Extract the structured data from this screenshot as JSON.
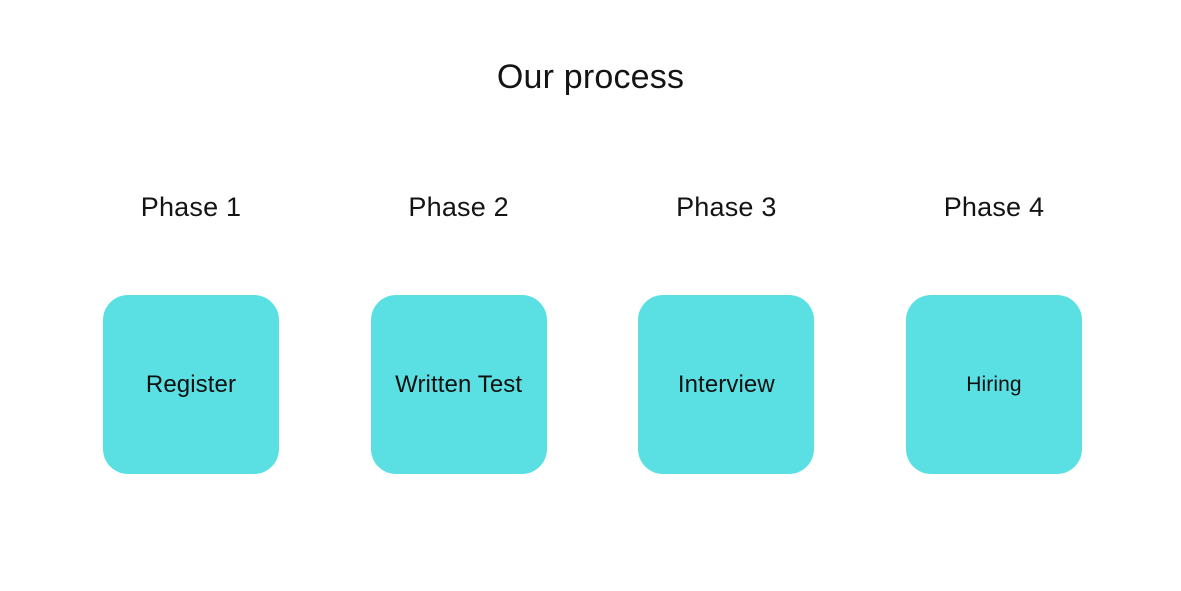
{
  "title": "Our process",
  "colors": {
    "background": "#ffffff",
    "card_fill": "#5ae0e3",
    "text": "#141414",
    "card_text": "#101010"
  },
  "phases": [
    {
      "label": "Phase 1",
      "card_label": "Register"
    },
    {
      "label": "Phase 2",
      "card_label": "Written Test"
    },
    {
      "label": "Phase 3",
      "card_label": "Interview"
    },
    {
      "label": "Phase 4",
      "card_label": "Hiring"
    }
  ]
}
